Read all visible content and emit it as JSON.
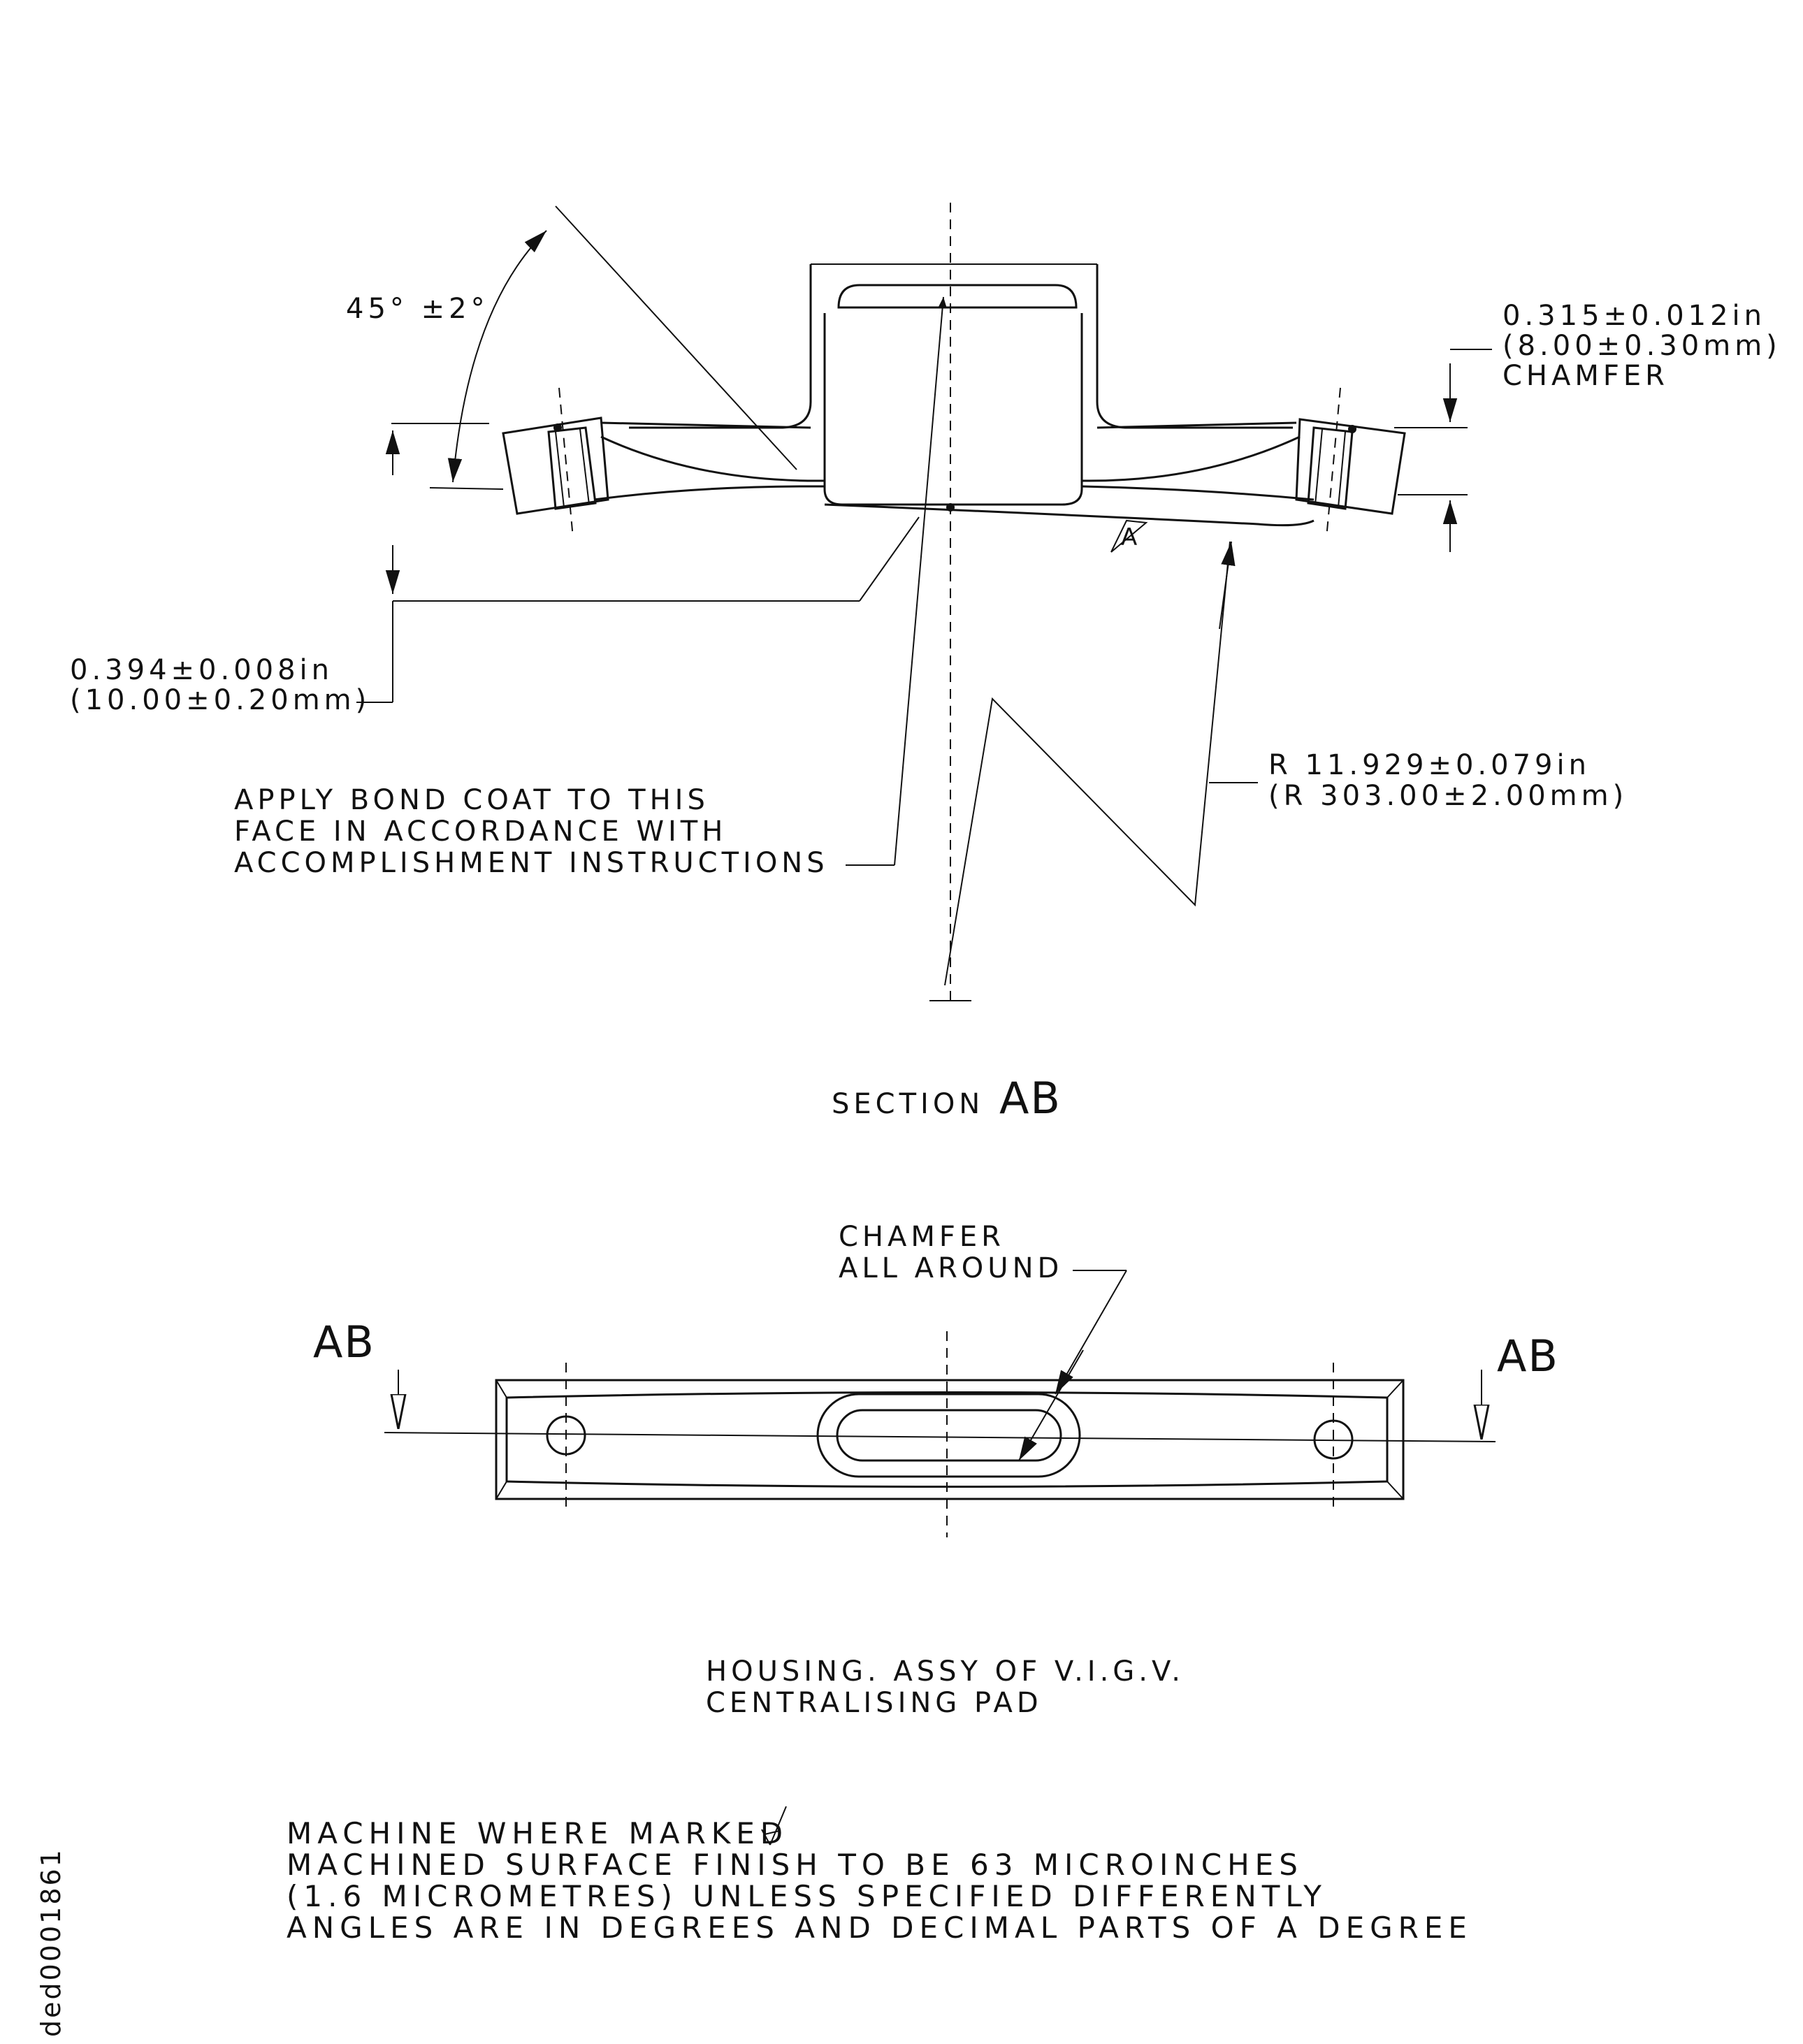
{
  "section_view": {
    "angle": "45° ±2°",
    "chamfer_dim": [
      "0.315±0.012in",
      "(8.00±0.30mm)",
      "CHAMFER"
    ],
    "thickness_dim": [
      "0.394±0.008in",
      "(10.00±0.20mm)"
    ],
    "bond_note": [
      "APPLY BOND COAT TO THIS",
      "FACE IN ACCORDANCE WITH",
      "ACCOMPLISHMENT INSTRUCTIONS"
    ],
    "radius_dim": [
      "R 11.929±0.079in",
      "(R 303.00±2.00mm)"
    ],
    "datum": "A",
    "section_prefix": "SECTION",
    "section_letters": "AB"
  },
  "plan_view": {
    "chamfer_note": [
      "CHAMFER",
      "ALL AROUND"
    ],
    "cut_left": "AB",
    "cut_right": "AB"
  },
  "title": [
    "HOUSING. ASSY OF V.I.G.V.",
    "CENTRALISING PAD"
  ],
  "notes": [
    "MACHINE WHERE MARKED",
    "MACHINED SURFACE FINISH TO BE 63 MICROINCHES",
    "(1.6 MICROMETRES) UNLESS SPECIFIED DIFFERENTLY",
    "ANGLES ARE IN DEGREES AND DECIMAL PARTS OF A DEGREE"
  ],
  "doc_id": "ded0001861"
}
